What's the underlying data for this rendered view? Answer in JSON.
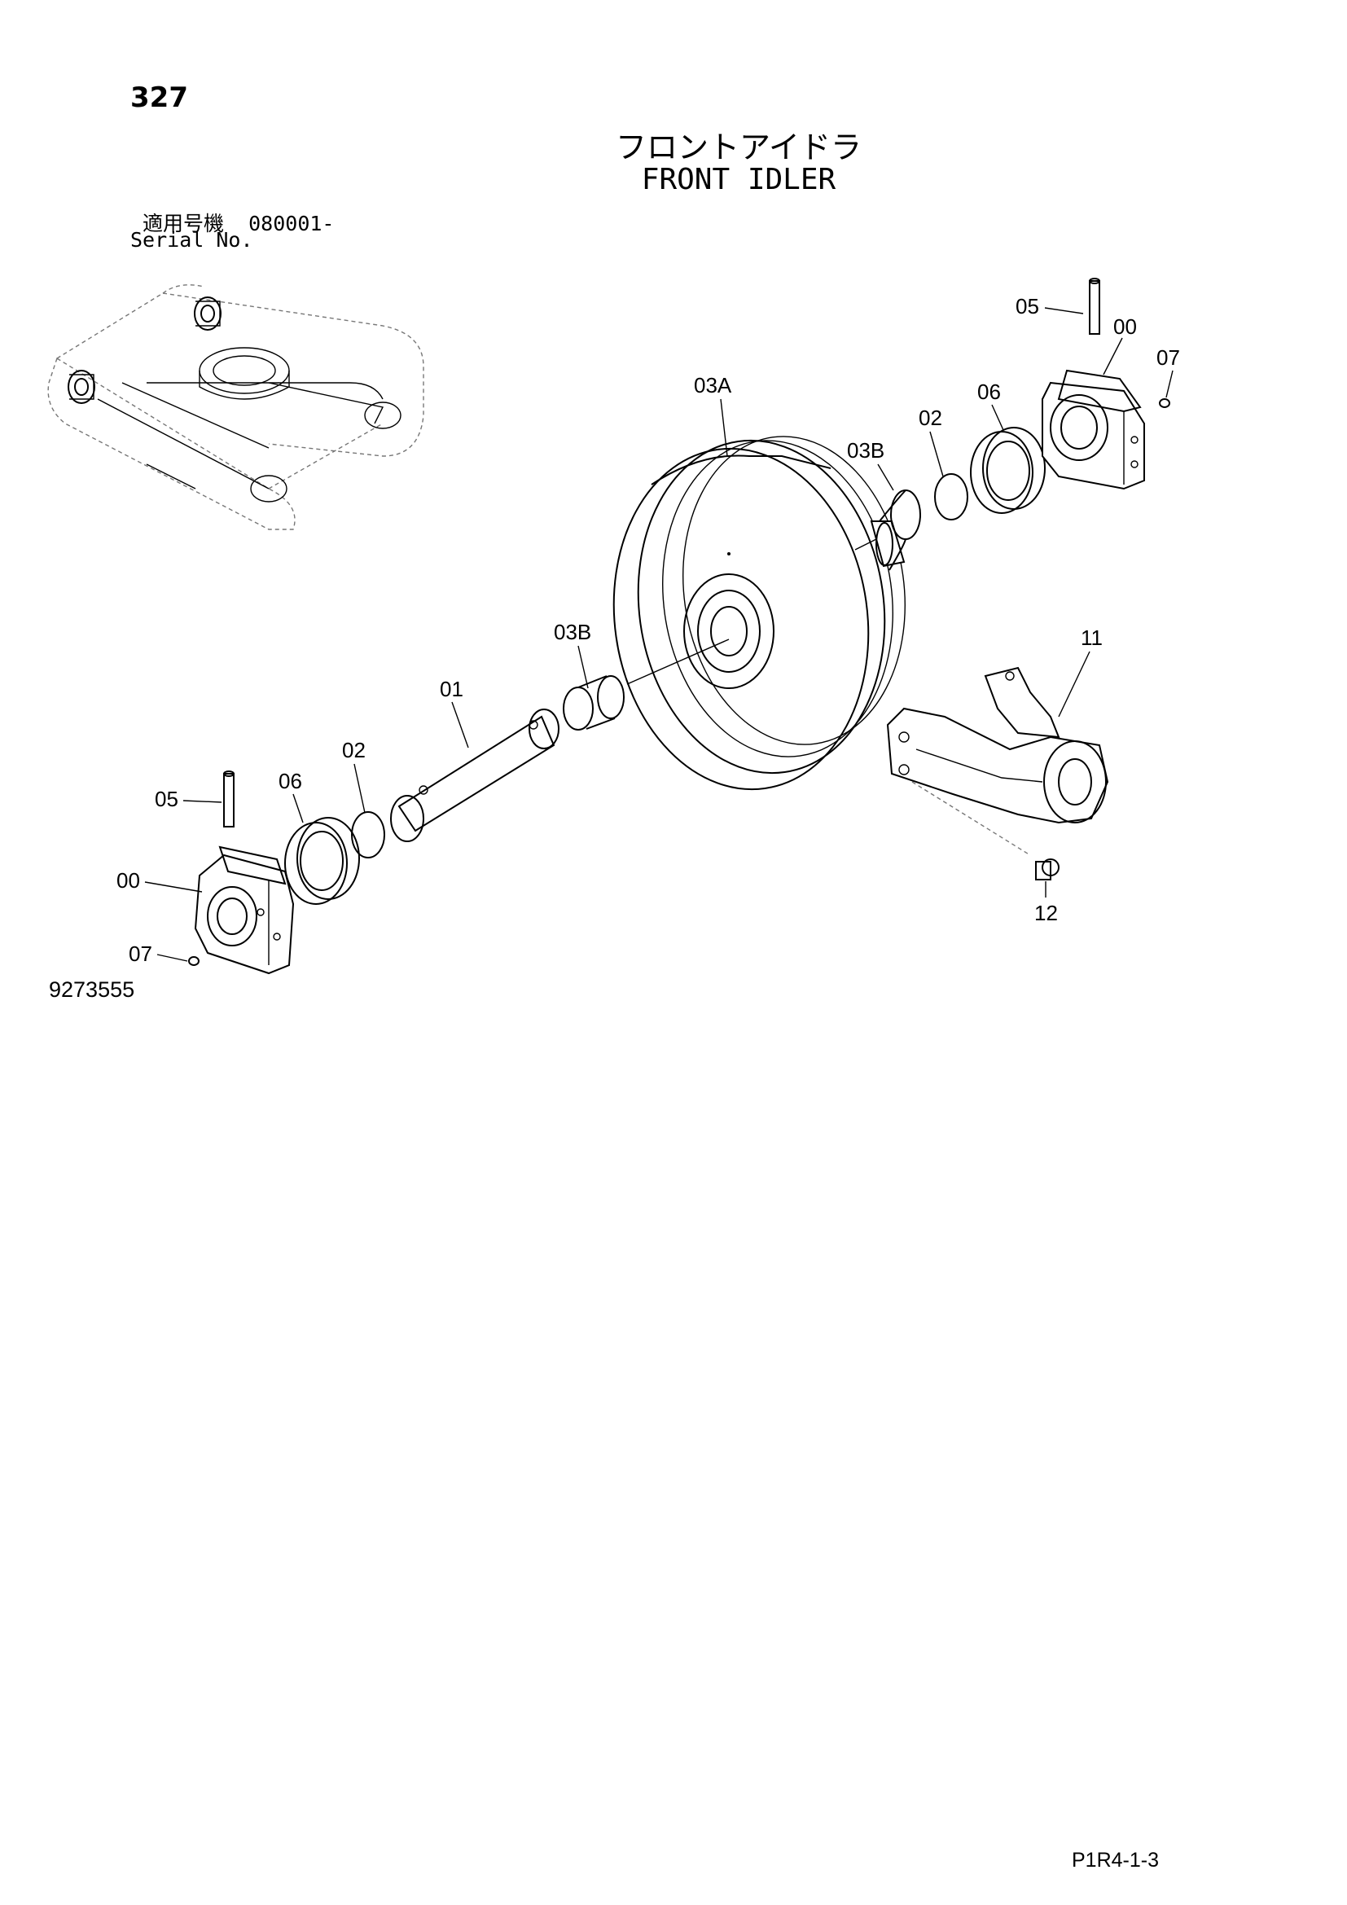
{
  "page_number": "327",
  "title_jp": "フロントアイドラ",
  "title_en": "FRONT IDLER",
  "serial": {
    "label_jp": "適用号機",
    "value": "080001-",
    "label_en": "Serial No."
  },
  "drawing_number": "9273555",
  "footer_code": "P1R4-1-3",
  "callouts": {
    "c05_top": "05",
    "c00_top": "00",
    "c07_top": "07",
    "c03A": "03A",
    "c06_top": "06",
    "c02_top": "02",
    "c03B_top": "03B",
    "c03B_mid": "03B",
    "c11": "11",
    "c01": "01",
    "c02_bottom": "02",
    "c06_bottom": "06",
    "c05_bottom": "05",
    "c00_bottom": "00",
    "c07_bottom": "07",
    "c12": "12"
  }
}
